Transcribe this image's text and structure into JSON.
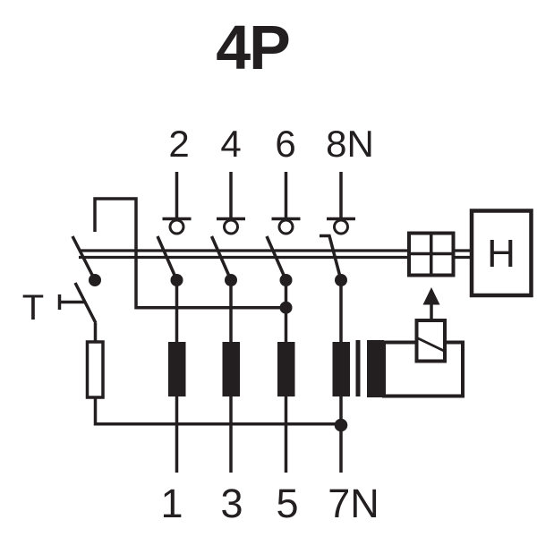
{
  "title": "4P",
  "colors": {
    "line": "#231f20",
    "background": "#ffffff"
  },
  "top_terminals": [
    {
      "label": "2"
    },
    {
      "label": "4"
    },
    {
      "label": "6"
    },
    {
      "label": "8N"
    }
  ],
  "bottom_terminals": [
    {
      "label": "1"
    },
    {
      "label": "3"
    },
    {
      "label": "5"
    },
    {
      "label": "7N"
    }
  ],
  "test_button": {
    "label": "T"
  },
  "handle_box": {
    "label": "H"
  }
}
